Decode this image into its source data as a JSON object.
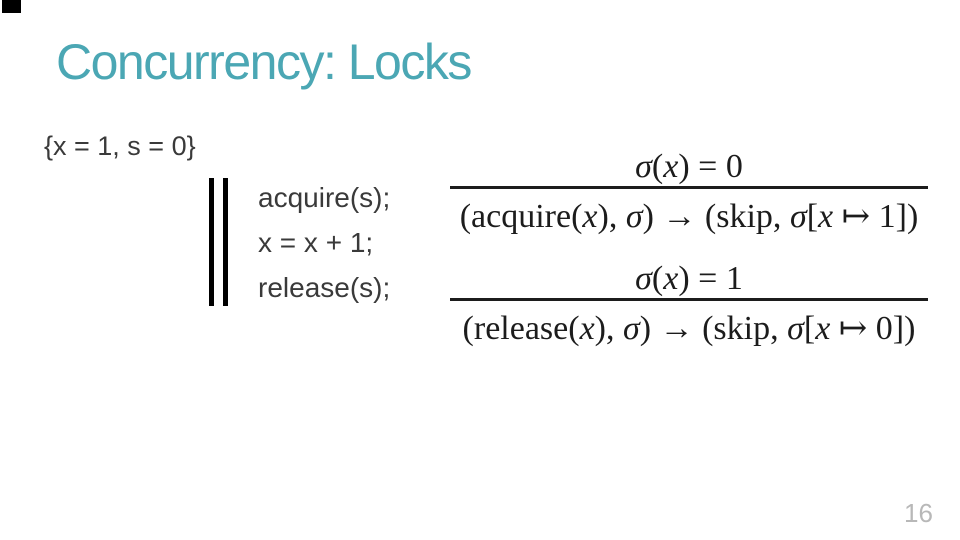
{
  "slide": {
    "title": "Concurrency: Locks",
    "precondition": "{x = 1, s = 0}",
    "program": {
      "parallel_symbol": "∥",
      "lines": [
        "acquire(s);",
        "x = x + 1;",
        "release(s);"
      ]
    },
    "rules": [
      {
        "premise": [
          {
            "t": "σ",
            "s": "var"
          },
          {
            "t": "(",
            "s": "rm"
          },
          {
            "t": "x",
            "s": "var"
          },
          {
            "t": ") = 0",
            "s": "rm"
          }
        ],
        "conclusion": [
          {
            "t": "(acquire(",
            "s": "rm"
          },
          {
            "t": "x",
            "s": "var"
          },
          {
            "t": "), ",
            "s": "rm"
          },
          {
            "t": "σ",
            "s": "var"
          },
          {
            "t": ") → (skip, ",
            "s": "rm"
          },
          {
            "t": "σ",
            "s": "var"
          },
          {
            "t": "[",
            "s": "rm"
          },
          {
            "t": "x",
            "s": "var"
          },
          {
            "t": " ↦ 1])",
            "s": "rm"
          }
        ]
      },
      {
        "premise": [
          {
            "t": "σ",
            "s": "var"
          },
          {
            "t": "(",
            "s": "rm"
          },
          {
            "t": "x",
            "s": "var"
          },
          {
            "t": ") = 1",
            "s": "rm"
          }
        ],
        "conclusion": [
          {
            "t": "(release(",
            "s": "rm"
          },
          {
            "t": "x",
            "s": "var"
          },
          {
            "t": "), ",
            "s": "rm"
          },
          {
            "t": "σ",
            "s": "var"
          },
          {
            "t": ") → (skip, ",
            "s": "rm"
          },
          {
            "t": "σ",
            "s": "var"
          },
          {
            "t": "[",
            "s": "rm"
          },
          {
            "t": "x",
            "s": "var"
          },
          {
            "t": " ↦ 0])",
            "s": "rm"
          }
        ]
      }
    ],
    "page_number": "16",
    "colors": {
      "title": "#4BA7B4",
      "body_text": "#3A3A3A",
      "math_text": "#1C1C1C",
      "page_number": "#B8B8B8",
      "bars": "#000000"
    }
  }
}
